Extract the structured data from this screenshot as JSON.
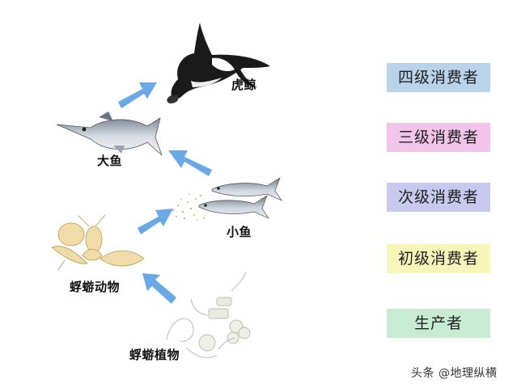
{
  "organisms": {
    "orca": "虎鲸",
    "big_fish": "大鱼",
    "small_fish": "小鱼",
    "zooplankton": "蜉蝣动物",
    "phytoplankton": "蜉蝣植物"
  },
  "levels": [
    {
      "label": "四级消费者",
      "color": "#b9d3ea"
    },
    {
      "label": "三级消费者",
      "color": "#f2c4ea"
    },
    {
      "label": "次级消费者",
      "color": "#c9c8ef"
    },
    {
      "label": "初级消费者",
      "color": "#f7f5b9"
    },
    {
      "label": "生产者",
      "color": "#c7ecd3"
    }
  ],
  "watermark": "头条 @地理纵横",
  "arrow_color": "#6aa8e6"
}
